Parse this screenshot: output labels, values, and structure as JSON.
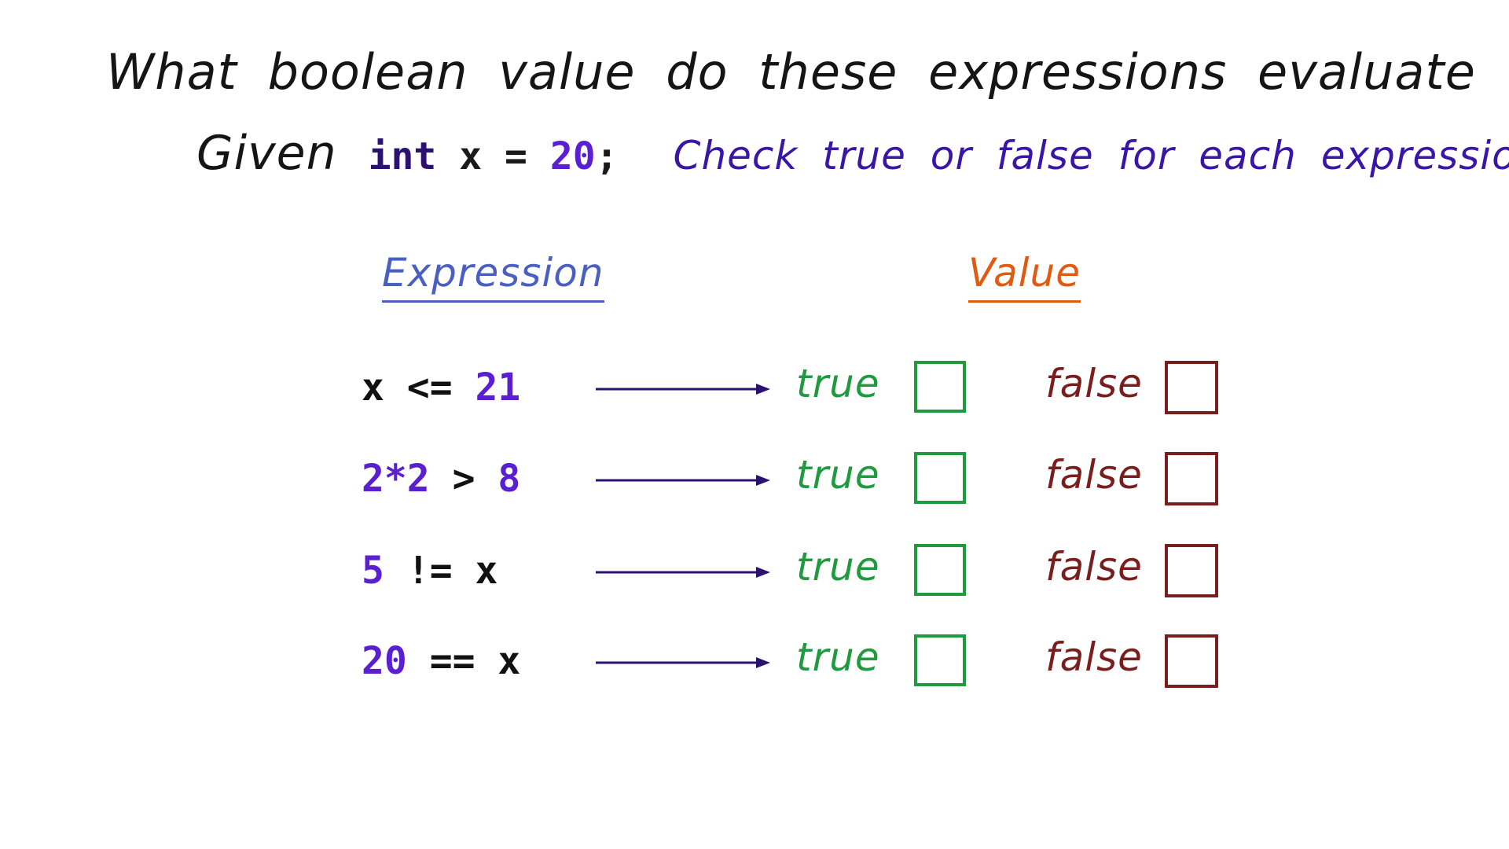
{
  "question": "What boolean value do these expressions evaluate to?",
  "given": {
    "label": "Given",
    "keyword": "int",
    "assignment": "x =",
    "value": "20",
    "terminator": ";"
  },
  "instruction": "Check true or false for each expression.",
  "headers": {
    "expression": "Expression",
    "value": "Value"
  },
  "rows": [
    {
      "left": "x <=",
      "right": "21"
    },
    {
      "left": "2*2",
      "op": ">",
      "right": "8"
    },
    {
      "left": "5",
      "op": "!=",
      "right": "x"
    },
    {
      "left": "20",
      "op": "==",
      "right": "x"
    }
  ],
  "option_labels": {
    "true": "true",
    "false": "false"
  },
  "colors": {
    "question": "#151515",
    "instruction": "#3a16a8",
    "expression_header": "#4b5fc2",
    "value_header": "#e05a12",
    "number": "#5a1fd1",
    "arrow": "#2b1170",
    "true": "#1f9a3e",
    "false": "#7a1d1d"
  }
}
